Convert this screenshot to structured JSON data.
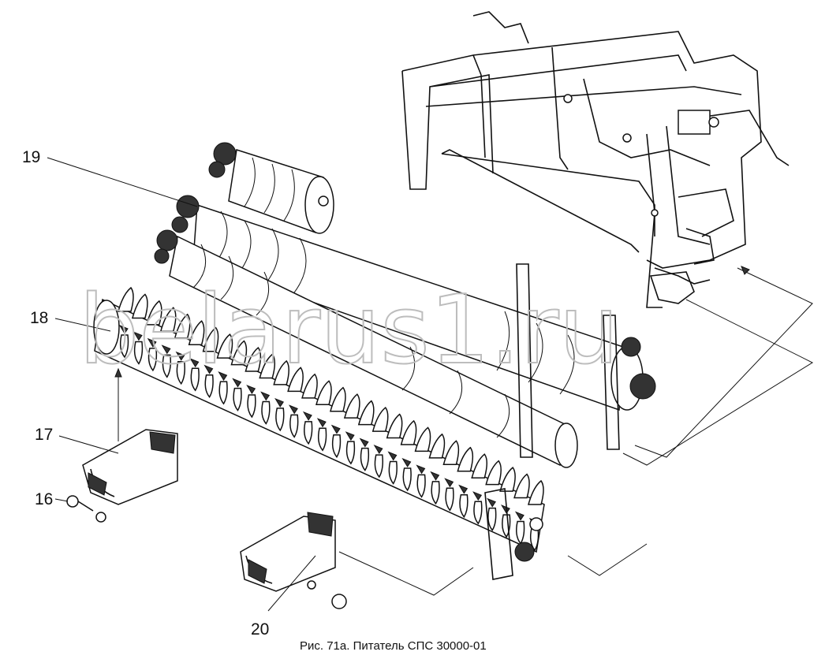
{
  "watermark": "belarus1.ru",
  "caption": "Рис. 71а. Питатель СПС 30000-01",
  "callouts": [
    {
      "id": "19",
      "label": "19"
    },
    {
      "id": "18",
      "label": "18"
    },
    {
      "id": "17",
      "label": "17"
    },
    {
      "id": "16",
      "label": "16"
    },
    {
      "id": "20",
      "label": "20"
    }
  ]
}
